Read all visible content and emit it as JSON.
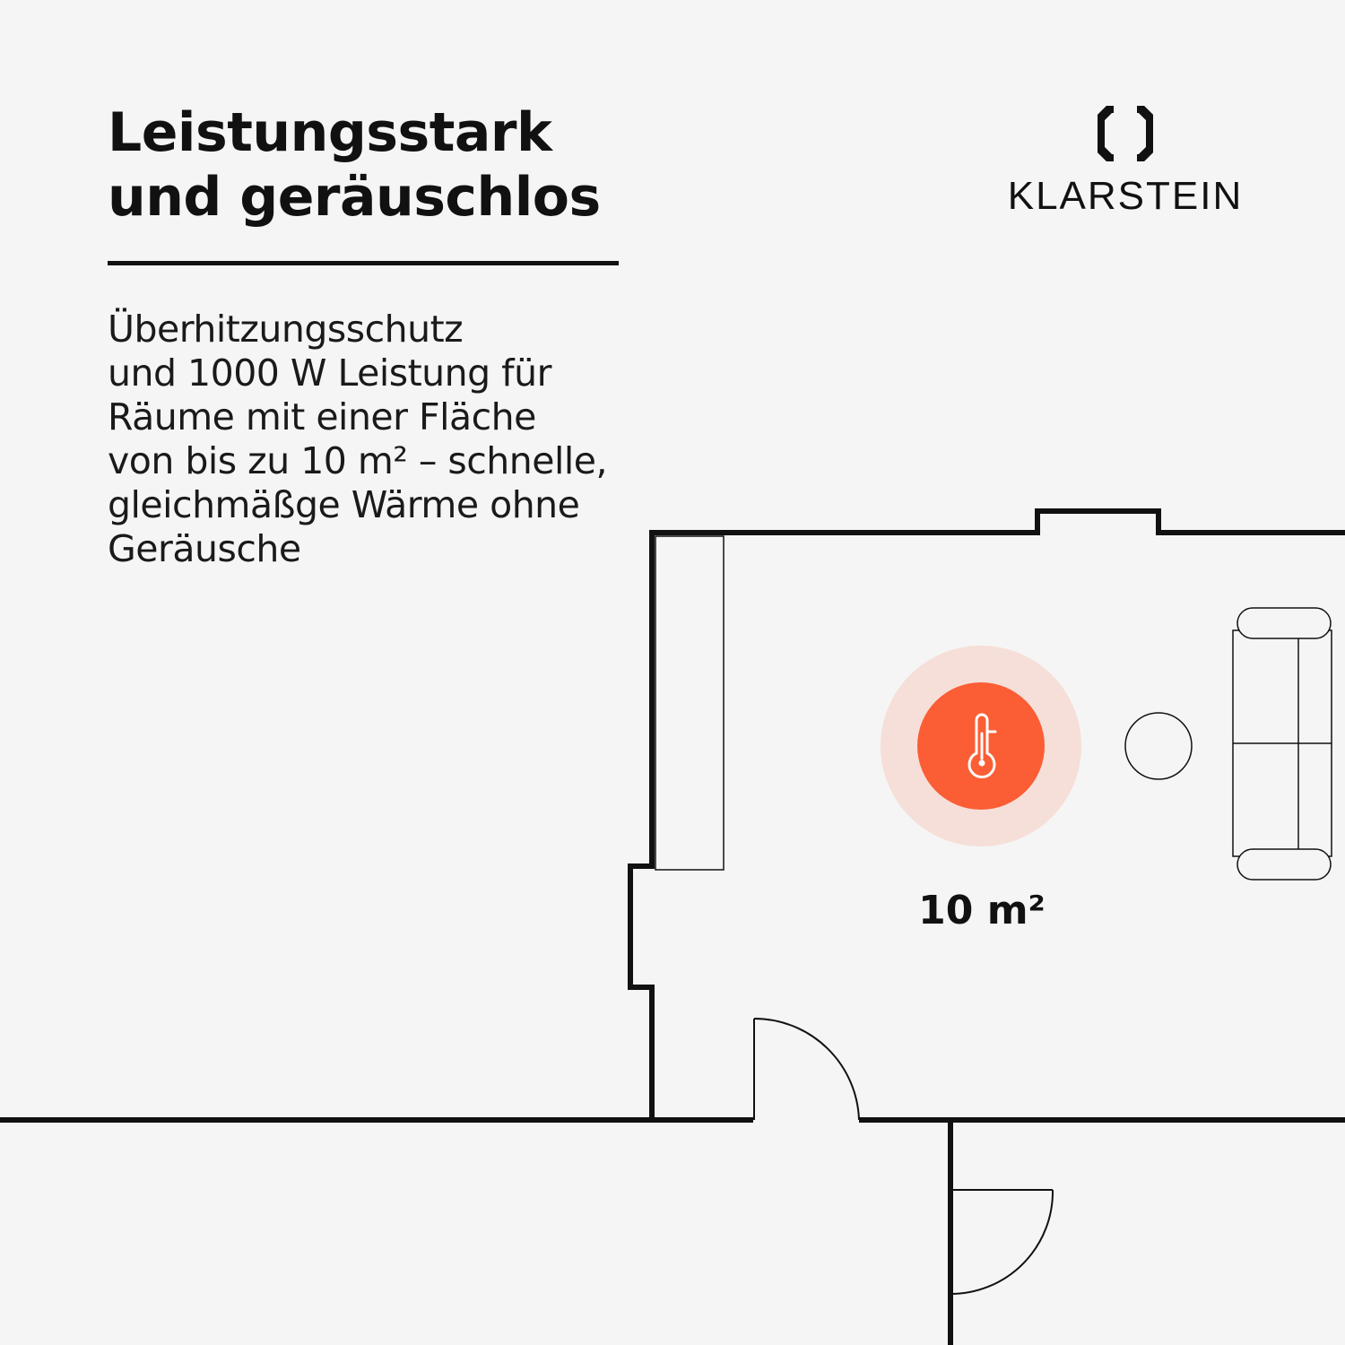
{
  "headline": {
    "line1": "Leistungsstark",
    "line2": "und geräuschlos"
  },
  "description": {
    "line1": "Überhitzungsschutz",
    "line2": "und 1000 W Leistung für",
    "line3": "Räume mit einer Fläche",
    "line4": "von bis zu 10 m² – schnelle,",
    "line5": "gleichmäßge Wärme ohne",
    "line6": "Geräusche"
  },
  "brand": {
    "name": "KLARSTEIN",
    "logo_icon": "klarstein-octagon-logo"
  },
  "floorplan": {
    "area_label": "10 m²",
    "heater_icon": "thermometer-icon"
  },
  "colors": {
    "background": "#f5f5f5",
    "accent": "#fb5d34",
    "accent_halo": "#f6dfd8",
    "line": "#111111"
  }
}
